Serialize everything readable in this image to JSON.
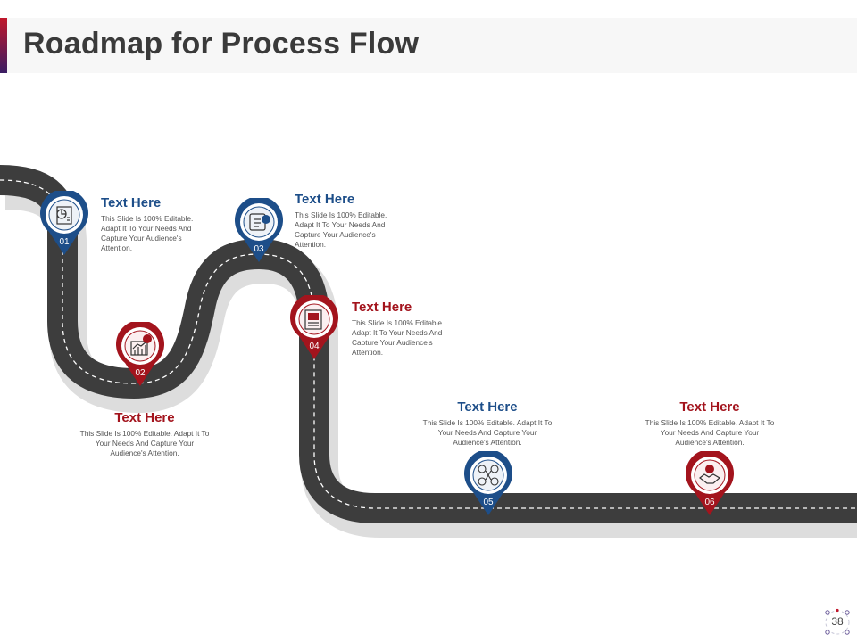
{
  "title": "Roadmap for Process Flow",
  "page_number": "38",
  "colors": {
    "blue": "#1d4e89",
    "red": "#a3141d",
    "road": "#3d3d3d",
    "accent_top": "#c0172b",
    "accent_bottom": "#3a1d63"
  },
  "steps": [
    {
      "number": "01",
      "heading": "Text Here",
      "body": "This Slide Is 100% Editable. Adapt It To Your Needs And Capture Your Audience's Attention.",
      "icon": "pie-chart-document-icon",
      "color": "blue"
    },
    {
      "number": "02",
      "heading": "Text Here",
      "body": "This Slide Is 100% Editable. Adapt It To Your Needs And Capture Your Audience's Attention.",
      "icon": "growth-chart-icon",
      "color": "red"
    },
    {
      "number": "03",
      "heading": "Text Here",
      "body": "This Slide Is 100% Editable. Adapt It To Your Needs And Capture Your Audience's Attention.",
      "icon": "presentation-scroll-icon",
      "color": "blue"
    },
    {
      "number": "04",
      "heading": "Text Here",
      "body": "This Slide Is 100% Editable. Adapt It To Your Needs And Capture Your Audience's Attention.",
      "icon": "report-document-icon",
      "color": "red"
    },
    {
      "number": "05",
      "heading": "Text Here",
      "body": "This Slide Is 100% Editable. Adapt It To Your Needs And Capture Your Audience's Attention.",
      "icon": "people-network-icon",
      "color": "blue"
    },
    {
      "number": "06",
      "heading": "Text Here",
      "body": "This Slide Is 100% Editable. Adapt It To Your Needs And Capture Your Audience's Attention.",
      "icon": "handshake-gear-icon",
      "color": "red"
    }
  ]
}
